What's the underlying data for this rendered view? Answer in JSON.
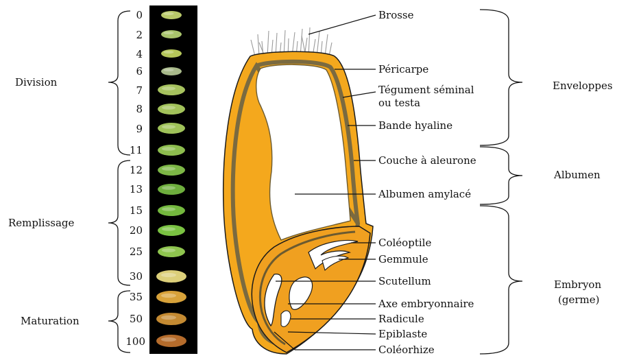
{
  "stages": [
    {
      "key": "division",
      "label": "Division"
    },
    {
      "key": "filling",
      "label": "Remplissage"
    },
    {
      "key": "maturation",
      "label": "Maturation"
    }
  ],
  "days": [
    "0",
    "2",
    "4",
    "6",
    "7",
    "8",
    "9",
    "11",
    "12",
    "13",
    "15",
    "20",
    "25",
    "30",
    "35",
    "50",
    "100"
  ],
  "seed_colors": [
    "#b9c96a",
    "#a9c46c",
    "#b5c65a",
    "#a8b98a",
    "#a6c25e",
    "#a2c25a",
    "#9fc259",
    "#8dbd4e",
    "#7db746",
    "#6eae3d",
    "#74b83e",
    "#7ac242",
    "#8fc54f",
    "#dccf7a",
    "#d8a23a",
    "#c48a32",
    "#b56c2c"
  ],
  "structures": [
    {
      "key": "brosse",
      "label": "Brosse"
    },
    {
      "key": "pericarpe",
      "label": "Péricarpe"
    },
    {
      "key": "tegument",
      "label": "Tégument séminal"
    },
    {
      "key": "tegument2",
      "label": "ou testa"
    },
    {
      "key": "hyaline",
      "label": "Bande hyaline"
    },
    {
      "key": "aleurone",
      "label": "Couche à aleurone"
    },
    {
      "key": "amylace",
      "label": "Albumen amylacé"
    },
    {
      "key": "coleoptile",
      "label": "Coléoptile"
    },
    {
      "key": "gemmule",
      "label": "Gemmule"
    },
    {
      "key": "scutellum",
      "label": "Scutellum"
    },
    {
      "key": "axe",
      "label": "Axe embryonnaire"
    },
    {
      "key": "radicule",
      "label": "Radicule"
    },
    {
      "key": "epiblaste",
      "label": "Epiblaste"
    },
    {
      "key": "coleorhize",
      "label": "Coléorhize"
    }
  ],
  "groups": [
    {
      "key": "enveloppes",
      "label": "Enveloppes"
    },
    {
      "key": "albumen",
      "label": "Albumen"
    },
    {
      "key": "embryon",
      "label": "Embryon"
    },
    {
      "key": "germe",
      "label": "(germe)"
    }
  ],
  "colors": {
    "grain_orange": "#f4a81d",
    "grain_dark": "#7a6a40",
    "embryo_orange": "#f0a020",
    "photo_strip_bg": "#000000"
  }
}
